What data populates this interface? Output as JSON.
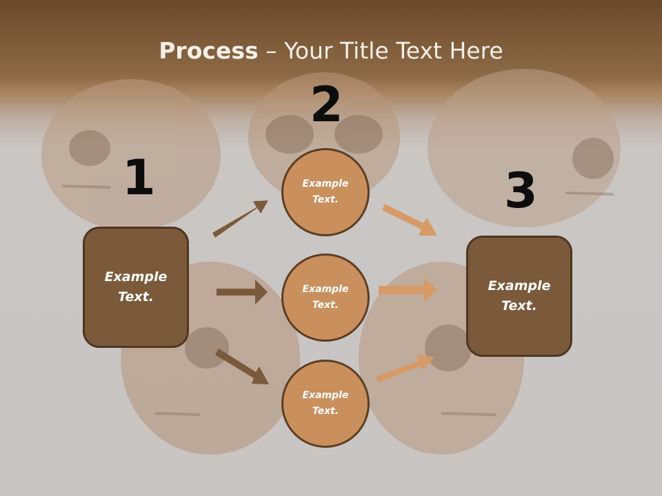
{
  "title": {
    "bold": "Process",
    "rest": " – Your Title Text Here"
  },
  "steps": [
    "1",
    "2",
    "3"
  ],
  "left_box": {
    "text": "Example\nText."
  },
  "right_box": {
    "text": "Example\nText."
  },
  "circles": [
    {
      "text": "Example\nText."
    },
    {
      "text": "Example\nText."
    },
    {
      "text": "Example\nText."
    }
  ],
  "colors": {
    "header": "#8d6a45",
    "box_fill": "#7b5a3b",
    "circle_fill": "#c98f5d",
    "arrow_dark": "#7b5a3b",
    "arrow_light": "#d69a66"
  }
}
